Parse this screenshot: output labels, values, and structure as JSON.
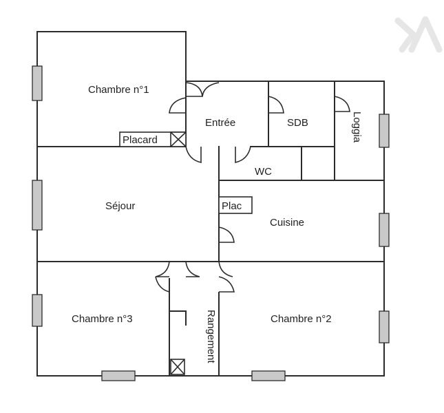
{
  "rooms": {
    "chambre1": "Chambre n°1",
    "entree": "Entrée",
    "sdb": "SDB",
    "loggia": "Loggia",
    "placard": "Placard",
    "wc": "WC",
    "sejour": "Séjour",
    "plac": "Plac",
    "cuisine": "Cuisine",
    "chambre3": "Chambre n°3",
    "rangement": "Rangement",
    "chambre2": "Chambre n°2"
  },
  "icons": {
    "watermark": "agency-logo-icon",
    "storage": "cross-box-icon"
  }
}
